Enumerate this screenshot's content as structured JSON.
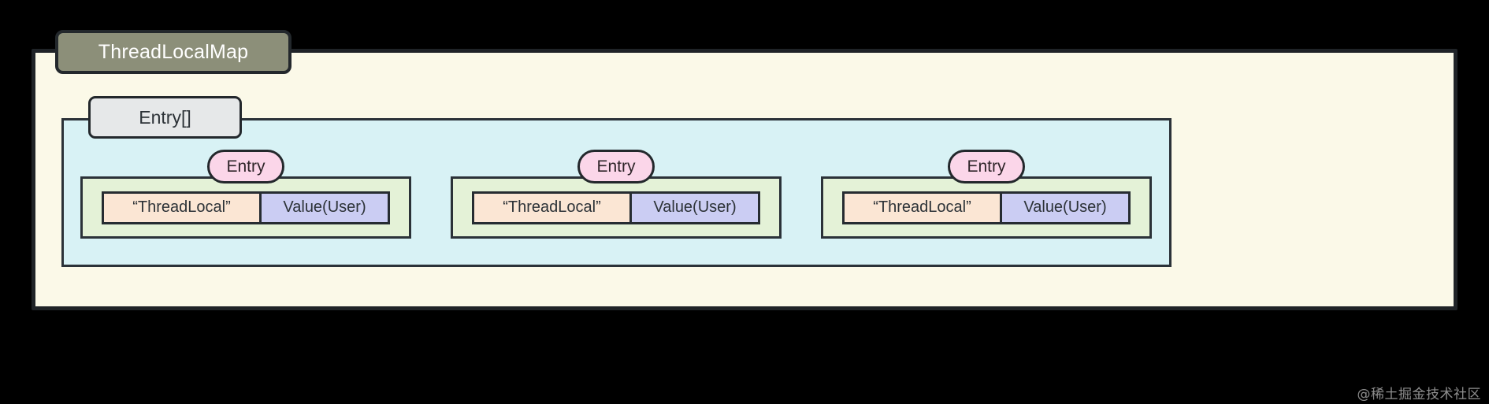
{
  "diagram": {
    "title": "ThreadLocalMap",
    "background_color": "#000000",
    "outer_container": {
      "label": "ThreadLocalMap",
      "fill": "#fbf9e8",
      "stroke": "#1f2327",
      "title_fill": "#8c8f79",
      "title_text_color": "#ffffff"
    },
    "array_region": {
      "label": "Entry[]",
      "fill": "#d8f2f5",
      "stroke": "#2b3238",
      "label_fill": "#e6e8e9"
    },
    "entry_badge_label": "Entry",
    "entry_badge_fill": "#fbd6e9",
    "entry_fill": "#e4f2d7",
    "key_cell_fill": "#fbe6d4",
    "value_cell_fill": "#cbcdf3",
    "entries": [
      {
        "badge": "Entry",
        "key": "“ThreadLocal”",
        "value": "Value(User)"
      },
      {
        "badge": "Entry",
        "key": "“ThreadLocal”",
        "value": "Value(User)"
      },
      {
        "badge": "Entry",
        "key": "“ThreadLocal”",
        "value": "Value(User)"
      }
    ]
  },
  "watermark": {
    "text": "@稀土掘金技术社区"
  }
}
